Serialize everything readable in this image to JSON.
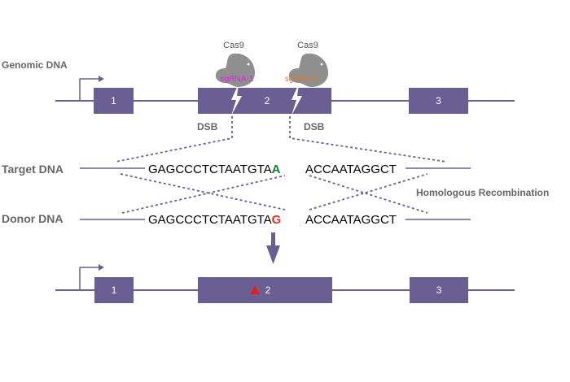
{
  "labels": {
    "genomic_dna": "Genomic DNA",
    "target_dna": "Target DNA",
    "donor_dna": "Donor DNA",
    "homologous_recombination": "Homologous Recombination",
    "dsb_left": "DSB",
    "dsb_right": "DSB"
  },
  "cas9": [
    {
      "label": "Cas9",
      "sgrna": "sgRNA-1",
      "sgrna_color": "#cc33cc"
    },
    {
      "label": "Cas9",
      "sgrna": "sgRNA-2",
      "sgrna_color": "#e8742a"
    }
  ],
  "genomic": {
    "exons": [
      "1",
      "2",
      "3"
    ]
  },
  "edited": {
    "exons": [
      "1",
      "2",
      "3"
    ]
  },
  "target_seq": {
    "left": "GAGCCCTCTAATGTA",
    "base": "A",
    "right": "ACCAATAGGCT",
    "base_color": "#1e7a3c"
  },
  "donor_seq": {
    "left": "GAGCCCTCTAATGTA",
    "base": "G",
    "right": "ACCAATAGGCT",
    "base_color": "#e03030"
  },
  "colors": {
    "dna": "#6a5f93",
    "exon": "#6a5f93",
    "mutation": "#e02020"
  }
}
